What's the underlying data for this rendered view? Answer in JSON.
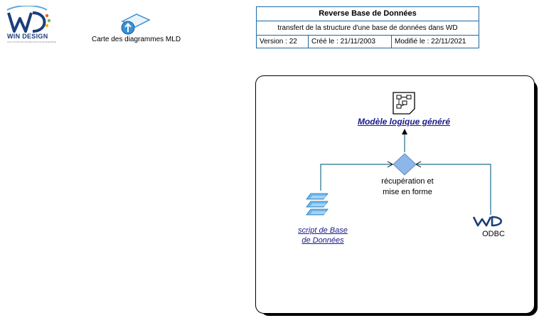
{
  "logo": {
    "brand": "WIN DESIGN",
    "tagline": "SOLUTIONS DE MODÉLISATION ENTREPRISE"
  },
  "map_link": {
    "label": "Carte des diagrammes MLD",
    "icon": "map-up-arrow-icon"
  },
  "header": {
    "title": "Reverse Base de Données",
    "subtitle": "transfert de la structure d'une base de données dans WD",
    "version": "Version : 22",
    "created": "Créé le : 21/11/2003",
    "modified": "Modifié le : 22/11/2021"
  },
  "diagram": {
    "output": {
      "label": "Modèle logique généré",
      "icon": "logical-model-document-icon"
    },
    "process": {
      "label_line1": "récupération et",
      "label_line2": "mise en forme",
      "icon": "decision-diamond-icon"
    },
    "input_script": {
      "label_line1": "script de Base",
      "label_line2": "de Données",
      "icon": "script-stack-icon"
    },
    "input_odbc": {
      "label": "ODBC",
      "icon": "wd-odbc-logo-icon"
    }
  },
  "colors": {
    "connector": "#1f6e8c",
    "link_text": "#1a1a8c",
    "diamond": "#8eb6e8",
    "table_border": "#1d6aa8"
  }
}
